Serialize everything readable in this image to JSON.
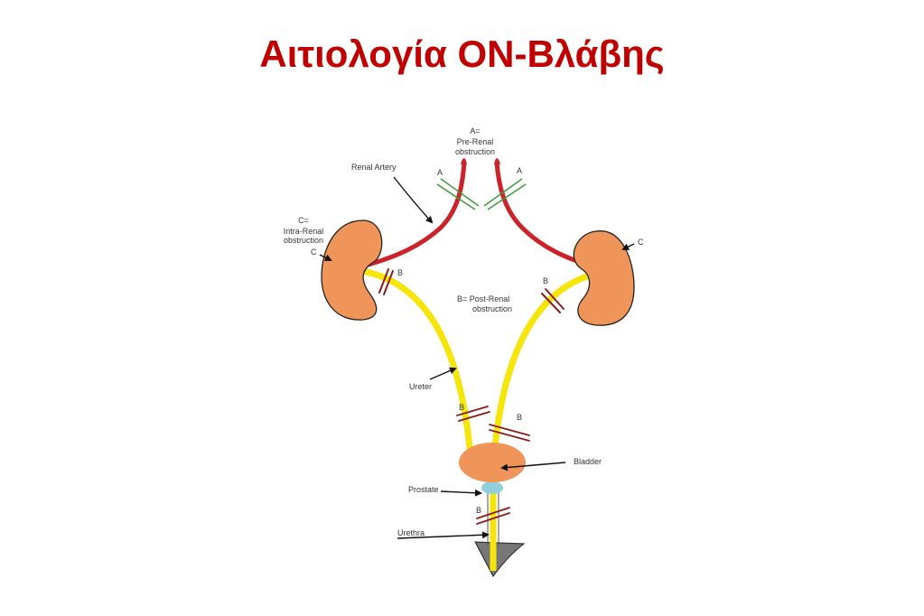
{
  "title": "Αιτιολογία ΟΝ-Βλάβης",
  "colors": {
    "title": "#c00000",
    "artery": "#cc2229",
    "kidney": "#f0955a",
    "ureter": "#f5e50a",
    "obstruction_pre": "#3a9a3a",
    "obstruction_post": "#8b1a1a",
    "prostate": "#8fd0dc",
    "urethra_cone": "#777777"
  },
  "diagram": {
    "labels": {
      "a_heading": "A=",
      "a_desc_1": "Pre-Renal",
      "a_desc_2": "obstruction",
      "a_left": "A",
      "a_right": "A",
      "renal_artery": "Renal Artery",
      "c_heading": "C=",
      "c_desc_1": "Intra-Renal",
      "c_desc_2": "obstruction",
      "c_left": "C",
      "c_right": "C",
      "b_kidney_left": "B",
      "b_kidney_right": "B",
      "b_desc_1": "B= Post-Renal",
      "b_desc_2": "obstruction",
      "ureter": "Ureter",
      "b_ureter_left": "B",
      "b_ureter_right": "B",
      "bladder": "Bladder",
      "prostate": "Prostate",
      "b_urethra": "B",
      "urethra": "Urethra"
    }
  }
}
